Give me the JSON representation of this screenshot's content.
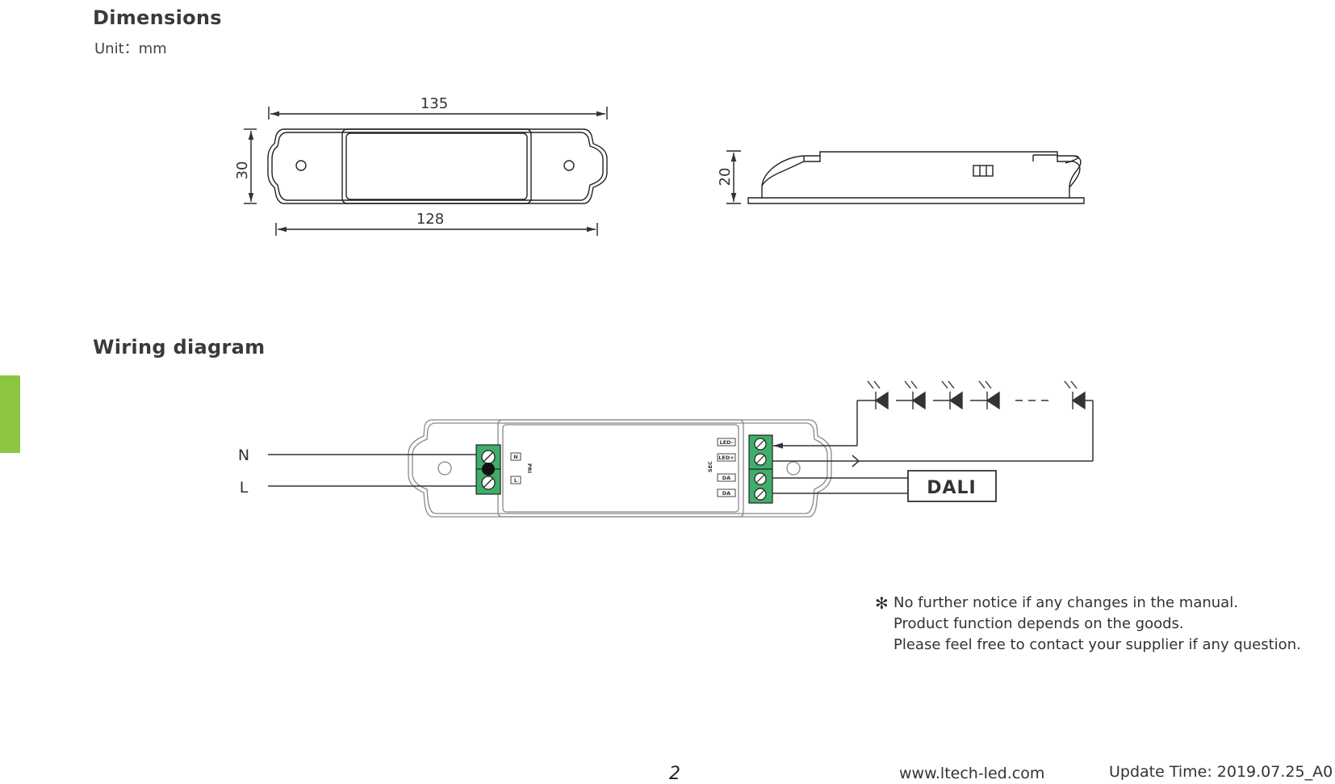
{
  "sections": {
    "dimensions_title": "Dimensions",
    "unit_label": "Unit：mm",
    "wiring_title": "Wiring diagram"
  },
  "dimensions": {
    "top_length_outer": "135",
    "top_length_inner": "128",
    "top_height": "30",
    "side_height": "20"
  },
  "wiring": {
    "input_n": "N",
    "input_l": "L",
    "pri_label": "PRI",
    "sec_label": "SEC",
    "pri_terminals": [
      "N",
      "L"
    ],
    "sec_terminals": [
      "LED-",
      "LED+",
      "DA",
      "DA"
    ],
    "dali_box": "DALI"
  },
  "notes": {
    "symbol": "✻",
    "line1": "No further notice if any changes in the manual.",
    "line2": "Product function depends on the goods.",
    "line3": "Please feel free to contact your supplier if any question."
  },
  "footer": {
    "page_number": "2",
    "website": "www.ltech-led.com",
    "update_time": "Update Time: 2019.07.25_A0"
  },
  "colors": {
    "accent_tab": "#8cc63f",
    "terminal_green": "#3fae6a",
    "line": "#333333"
  }
}
